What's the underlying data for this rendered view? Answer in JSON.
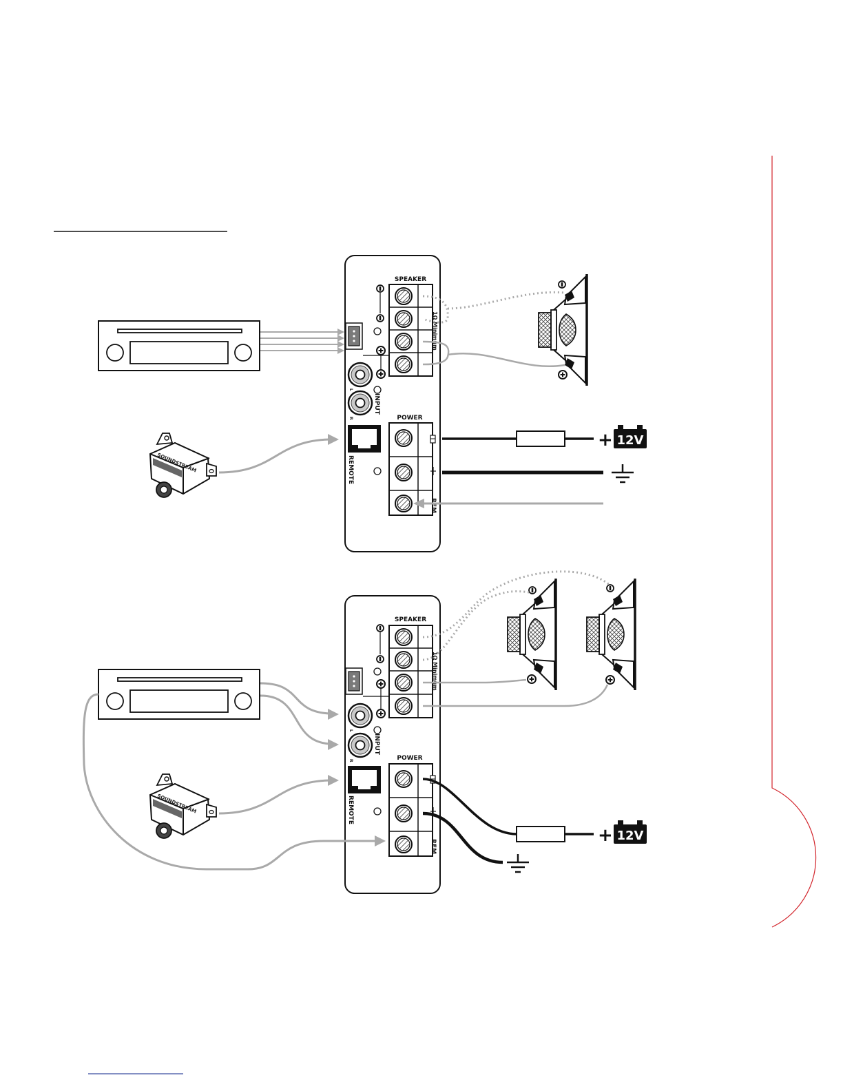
{
  "labels": {
    "speaker": "SPEAKER",
    "power": "POWER",
    "input": "INPUT",
    "remote": "REMOTE",
    "rem": "REM",
    "impedance": "1Ω Minimum",
    "left": "L",
    "right": "R",
    "battery": "12V",
    "plus": "+",
    "brand": "SOUNDSTREAM"
  },
  "colors": {
    "accent_red": "#d2232a",
    "wire_gray": "#a9a9a9",
    "wire_black": "#111111"
  }
}
